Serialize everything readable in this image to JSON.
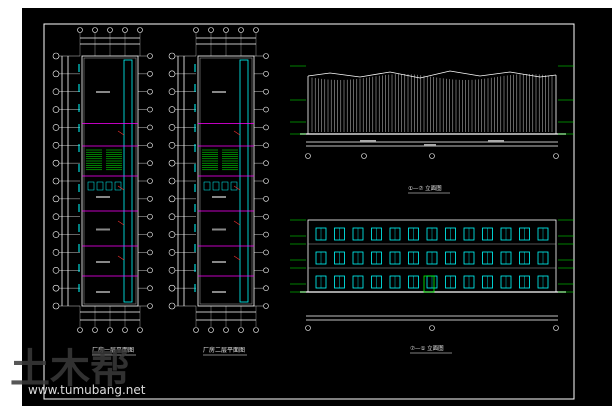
{
  "drawing": {
    "background": "#000000",
    "line_color": "#ffffff",
    "cyan": "#00ffff",
    "magenta": "#ff00ff",
    "green": "#00ff00",
    "red": "#ff3030"
  },
  "labels": {
    "plan_first": "厂房一层平面图",
    "plan_second": "厂房二层平面图",
    "elev_rear": "①—⑦ 立面图",
    "elev_front": "⑦—① 立面图"
  },
  "watermark": {
    "brand": "土木帮",
    "url": "www.tumubang.net"
  }
}
